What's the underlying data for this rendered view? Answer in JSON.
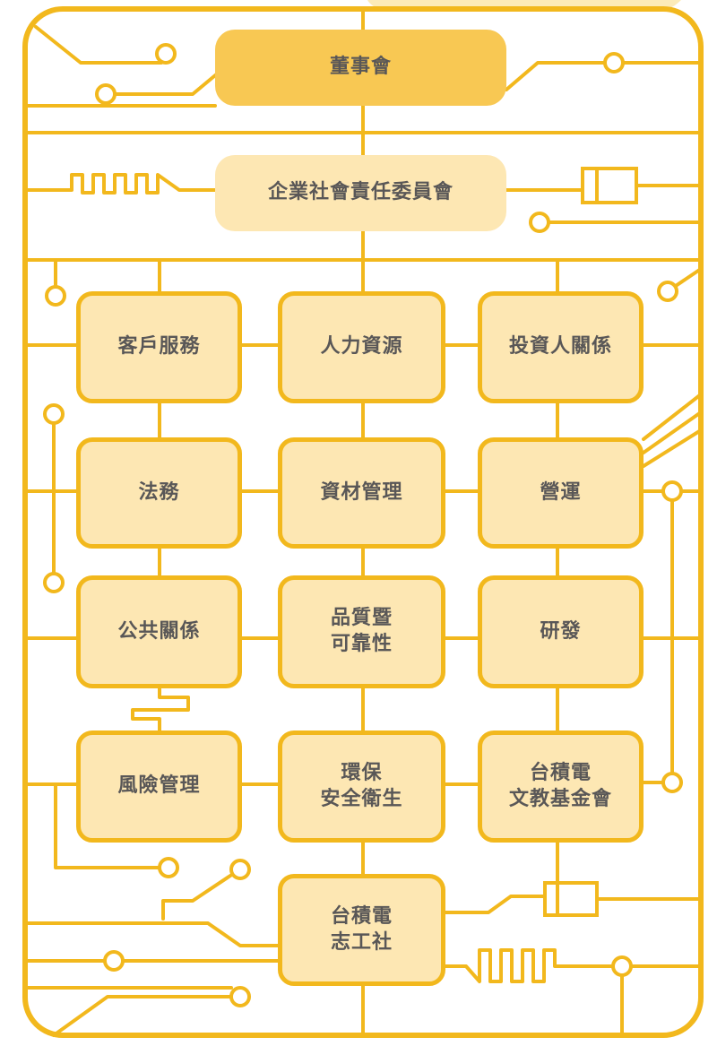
{
  "colors": {
    "line": "#f2b81d",
    "box_fill": "#fde7b3",
    "board_fill": "#f8c853",
    "text": "#595757"
  },
  "board": {
    "label": "董事會"
  },
  "csr_committee": {
    "label": "企業社會責任委員會"
  },
  "departments": {
    "customer_service": "客戶服務",
    "human_resources": "人力資源",
    "investor_relations": "投資人關係",
    "legal": "法務",
    "materials_management": "資材管理",
    "operations": "營運",
    "public_relations": "公共關係",
    "quality_line1": "品質暨",
    "quality_line2": "可靠性",
    "research_development": "研發",
    "risk_management": "風險管理",
    "esh_line1": "環保",
    "esh_line2": "安全衛生",
    "foundation_line1": "台積電",
    "foundation_line2": "文教基金會",
    "volunteers_line1": "台積電",
    "volunteers_line2": "志工社"
  }
}
